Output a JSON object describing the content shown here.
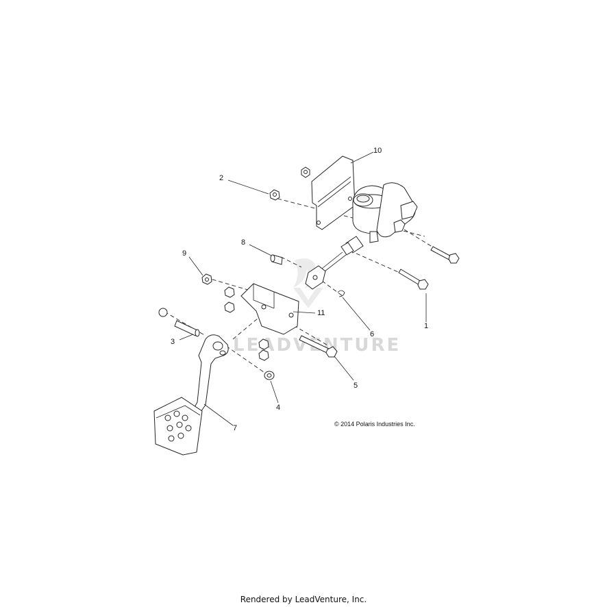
{
  "diagram": {
    "callouts": [
      {
        "id": "callout-1",
        "label": "1"
      },
      {
        "id": "callout-2",
        "label": "2"
      },
      {
        "id": "callout-3",
        "label": "3"
      },
      {
        "id": "callout-4",
        "label": "4"
      },
      {
        "id": "callout-5",
        "label": "5"
      },
      {
        "id": "callout-6",
        "label": "6"
      },
      {
        "id": "callout-7",
        "label": "7"
      },
      {
        "id": "callout-8",
        "label": "8"
      },
      {
        "id": "callout-9",
        "label": "9"
      },
      {
        "id": "callout-10",
        "label": "10"
      },
      {
        "id": "callout-11",
        "label": "11"
      }
    ],
    "copyright": "© 2014 Polaris Industries Inc.",
    "watermark": "LEADVENTURE"
  },
  "footer": {
    "rendered_by": "Rendered by LeadVenture, Inc."
  }
}
